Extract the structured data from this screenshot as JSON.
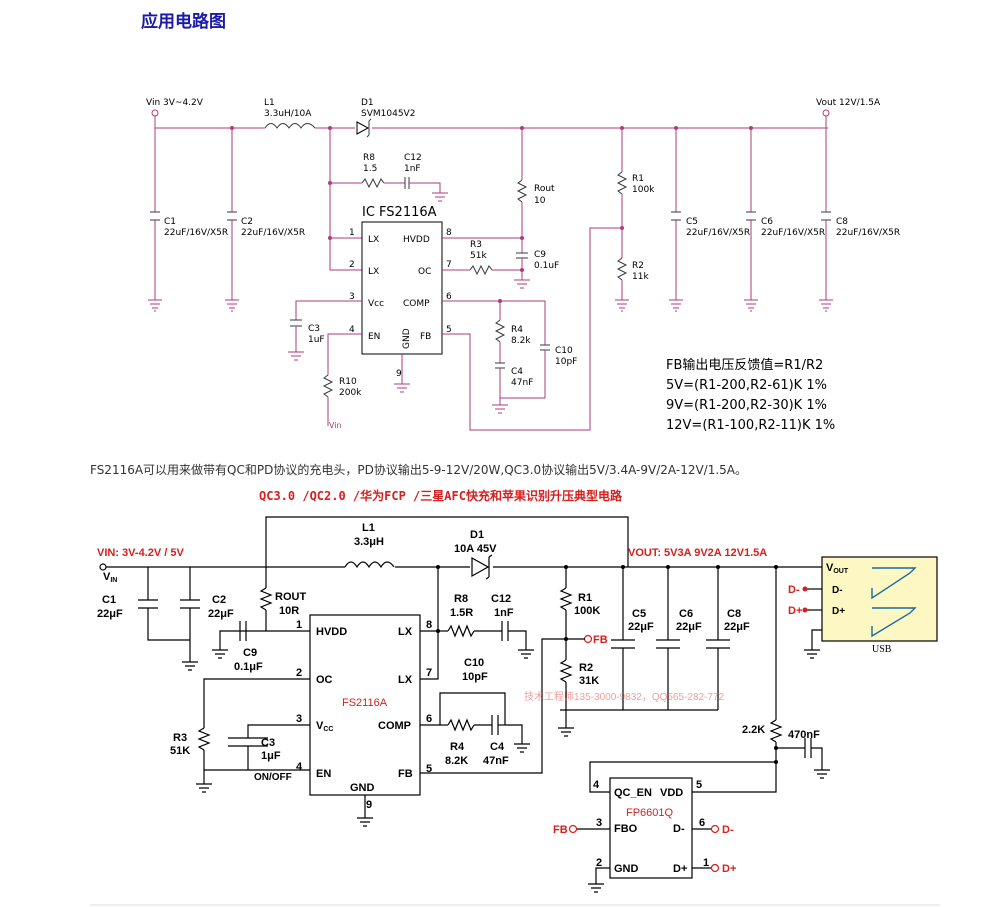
{
  "heading": "应用电路图",
  "description": "FS2116A可以用来做带有QC和PD协议的充电头，PD协议输出5-9-12V/20W,QC3.0协议输出5V/3.4A-9V/2A-12V/1.5A。",
  "schematic1": {
    "vin": "Vin 3V~4.2V",
    "vout": "Vout 12V/1.5A",
    "ic_title": "IC  FS2116A",
    "l1": {
      "ref": "L1",
      "value": "3.3uH/10A"
    },
    "d1": {
      "ref": "D1",
      "value": "SVM1045V2"
    },
    "r8": {
      "ref": "R8",
      "value": "1.5"
    },
    "c12": {
      "ref": "C12",
      "value": "1nF"
    },
    "rout": {
      "ref": "Rout",
      "value": "10"
    },
    "r3": {
      "ref": "R3",
      "value": "51k"
    },
    "c9": {
      "ref": "C9",
      "value": "0.1uF"
    },
    "r1": {
      "ref": "R1",
      "value": "100k"
    },
    "r2": {
      "ref": "R2",
      "value": "11k"
    },
    "c1": {
      "ref": "C1",
      "value": "22uF/16V/X5R"
    },
    "c2": {
      "ref": "C2",
      "value": "22uF/16V/X5R"
    },
    "c5": {
      "ref": "C5",
      "value": "22uF/16V/X5R"
    },
    "c6": {
      "ref": "C6",
      "value": "22uF/16V/X5R"
    },
    "c8": {
      "ref": "C8",
      "value": "22uF/16V/X5R"
    },
    "c3": {
      "ref": "C3",
      "value": "1uF"
    },
    "r10": {
      "ref": "R10",
      "value": "200k"
    },
    "r4": {
      "ref": "R4",
      "value": "8.2k"
    },
    "c4": {
      "ref": "C4",
      "value": "47nF"
    },
    "c10": {
      "ref": "C10",
      "value": "10pF"
    },
    "vin_label": "Vin",
    "pins": {
      "lx1": "LX",
      "lx2": "LX",
      "vcc": "Vcc",
      "en": "EN",
      "hvdd": "HVDD",
      "oc": "OC",
      "comp": "COMP",
      "fb": "FB",
      "gnd": "GND"
    },
    "pin_numbers": {
      "p1": "1",
      "p2": "2",
      "p3": "3",
      "p4": "4",
      "p5": "5",
      "p6": "6",
      "p7": "7",
      "p8": "8",
      "p9": "9"
    },
    "notes": [
      "FB输出电压反馈值=R1/R2",
      "5V=(R1-200,R2-61)K 1%",
      "9V=(R1-200,R2-30)K 1%",
      "12V=(R1-100,R2-11)K 1%"
    ]
  },
  "schematic2": {
    "title": "QC3.0 /QC2.0 /华为FCP /三星AFC快充和苹果识别升压典型电路",
    "vin": "VIN: 3V-4.2V  /  5V",
    "vin_node": "V",
    "vin_node_sub": "IN",
    "vout": "VOUT: 5V3A   9V2A    12V1.5A",
    "l1": {
      "ref": "L1",
      "value": "3.3μH"
    },
    "d1": {
      "ref": "D1",
      "value": "10A  45V"
    },
    "c1": {
      "ref": "C1",
      "value": "22μF"
    },
    "c2": {
      "ref": "C2",
      "value": "22μF"
    },
    "rout": {
      "ref": "ROUT",
      "value": "10R"
    },
    "c9": {
      "ref": "C9",
      "value": "0.1μF"
    },
    "r8": {
      "ref": "R8",
      "value": "1.5R"
    },
    "c12": {
      "ref": "C12",
      "value": "1nF"
    },
    "r1": {
      "ref": "R1",
      "value": "100K"
    },
    "r2": {
      "ref": "R2",
      "value": "31K"
    },
    "c5": {
      "ref": "C5",
      "value": "22μF"
    },
    "c6": {
      "ref": "C6",
      "value": "22μF"
    },
    "c8": {
      "ref": "C8",
      "value": "22μF"
    },
    "c10": {
      "ref": "C10",
      "value": "10pF"
    },
    "r4": {
      "ref": "R4",
      "value": "8.2K"
    },
    "c4": {
      "ref": "C4",
      "value": "47nF"
    },
    "r3": {
      "ref": "R3",
      "value": "51K"
    },
    "c3": {
      "ref": "C3",
      "value": "1μF"
    },
    "r_22k": "2.2K",
    "c_470n": "470nF",
    "on_off": "ON/OFF",
    "fb_label": "FB",
    "ic1": "FS2116A",
    "ic2": "FP6601Q",
    "pins": {
      "hvdd": "HVDD",
      "oc": "OC",
      "vcc": "V",
      "vcc_sub": "CC",
      "en": "EN",
      "lx1": "LX",
      "lx2": "LX",
      "comp": "COMP",
      "fb": "FB",
      "gnd": "GND"
    },
    "pin_numbers": {
      "p1": "1",
      "p2": "2",
      "p3": "3",
      "p4": "4",
      "p5": "5",
      "p6": "6",
      "p7": "7",
      "p8": "8",
      "p9": "9"
    },
    "ic2_pins": {
      "qc_en": "QC_EN",
      "vdd": "VDD",
      "fbo": "FBO",
      "dm": "D-",
      "gnd": "GND",
      "dp": "D+"
    },
    "ic2_pin_numbers": {
      "p1": "1",
      "p2": "2",
      "p3": "3",
      "p4": "4",
      "p5": "5",
      "p6": "6"
    },
    "ext_dm": "D-",
    "ext_dp": "D+",
    "usb": {
      "vout": "V",
      "vout_sub": "OUT",
      "dm": "D-",
      "dp": "D+",
      "label": "USB",
      "in_dm": "D-",
      "in_dp": "D+"
    },
    "watermark": "技术工程师135-3000-9832，QQ565-282-772"
  }
}
